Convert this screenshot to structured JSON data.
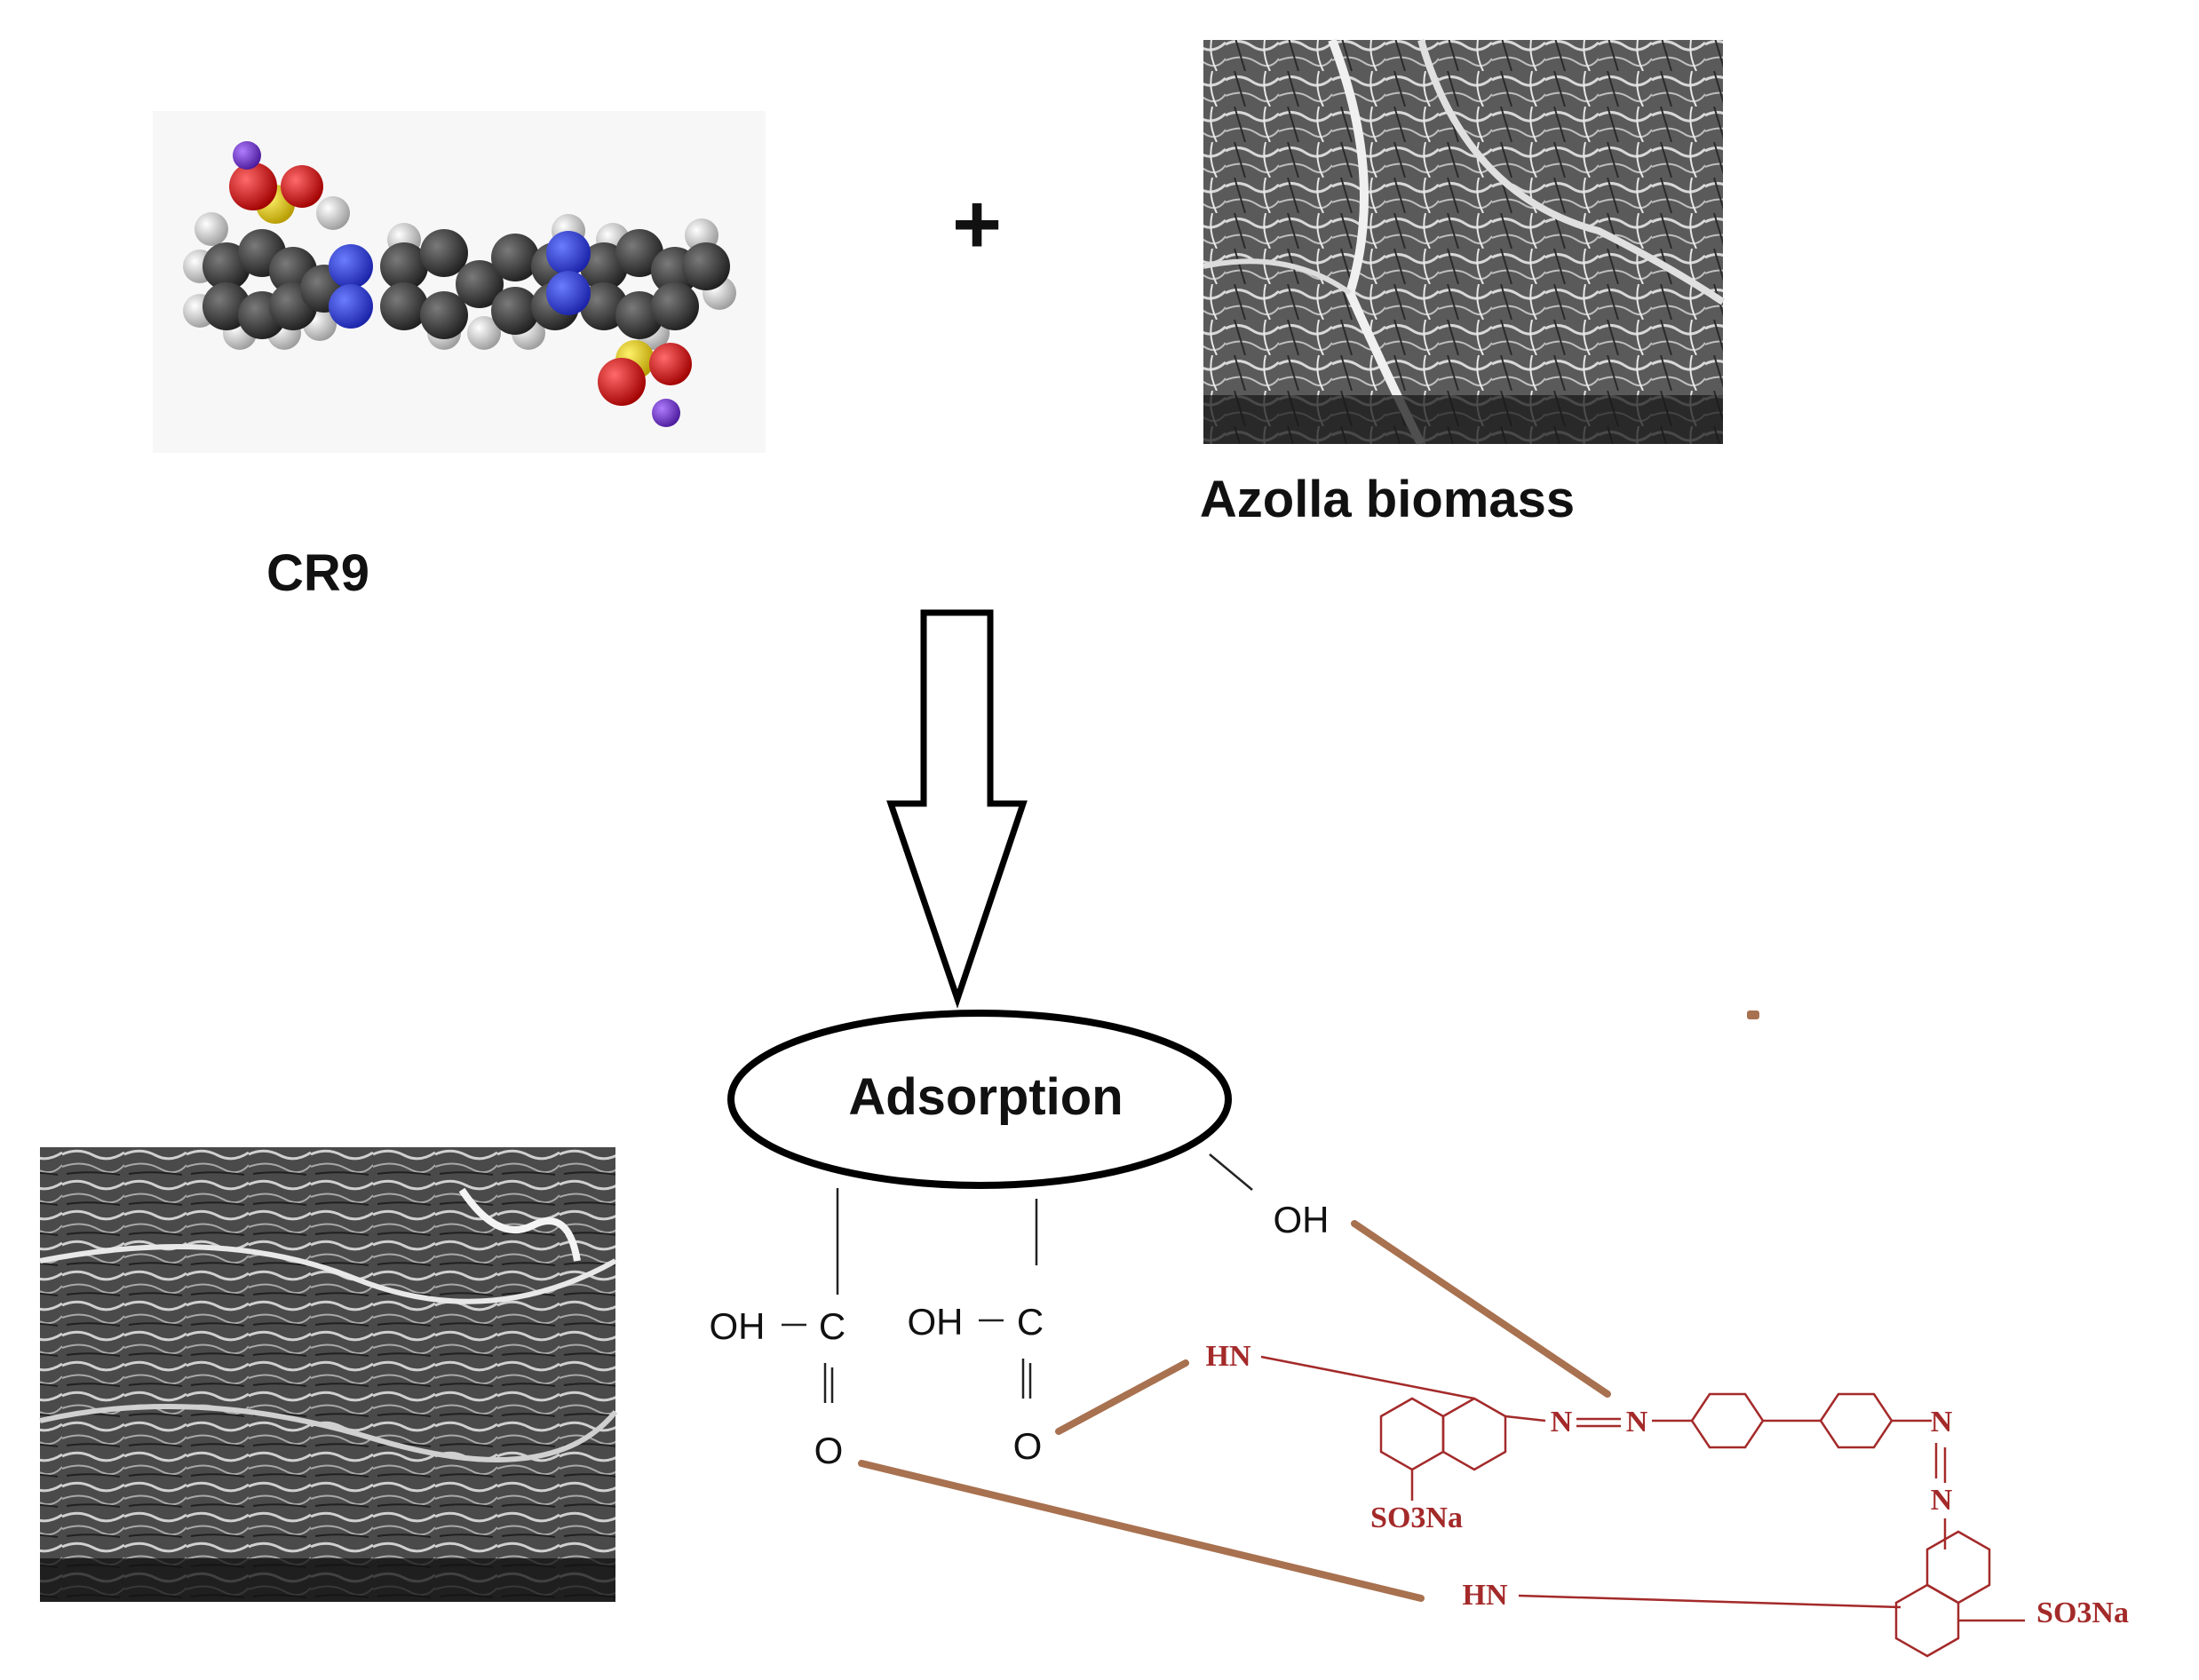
{
  "plus_sign": "+",
  "labels": {
    "cr9": "CR9",
    "azolla": "Azolla biomass",
    "adsorption": "Adsorption"
  },
  "groups": {
    "oh_top": "OH",
    "oh_c1": "OH",
    "c1": "C",
    "o1": "O",
    "oh_c2": "OH",
    "c2": "C",
    "o2": "O"
  },
  "dye_structure": {
    "hn_top": "HN",
    "hn_bottom": "HN",
    "n1": "N",
    "n2": "N",
    "n3": "N",
    "n4": "N",
    "so3na_left": "SO3Na",
    "so3na_right": "SO3Na"
  },
  "colors": {
    "interaction_line": "#a87150",
    "dye_structure": "#a42a2a"
  }
}
